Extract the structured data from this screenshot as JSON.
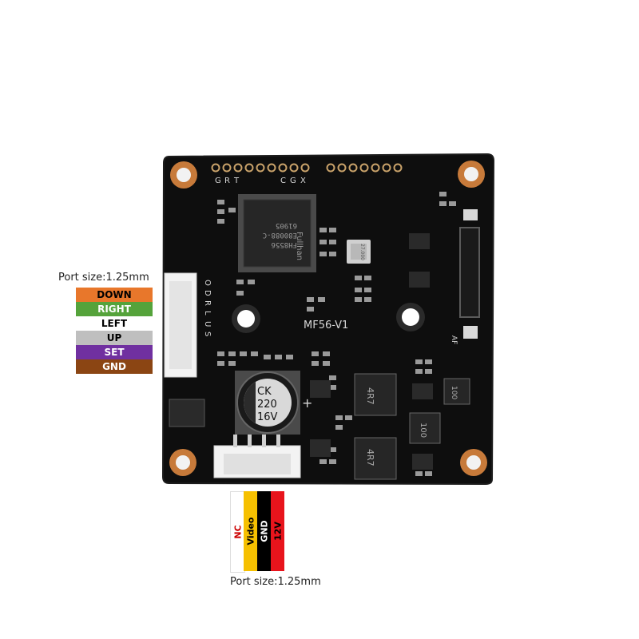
{
  "left_connector": {
    "port_size_label": "Port size:1.25mm",
    "pins": [
      {
        "label": "DOWN",
        "bg": "#e8772b",
        "fg": "#000000"
      },
      {
        "label": "RIGHT",
        "bg": "#55a33b",
        "fg": "#ffffff"
      },
      {
        "label": "LEFT",
        "bg": "#ffffff",
        "fg": "#000000"
      },
      {
        "label": "UP",
        "bg": "#bfbfbf",
        "fg": "#000000"
      },
      {
        "label": "SET",
        "bg": "#7030a0",
        "fg": "#ffffff"
      },
      {
        "label": "GND",
        "bg": "#8b4513",
        "fg": "#ffffff"
      }
    ]
  },
  "bottom_connector": {
    "port_size_label": "Port size:1.25mm",
    "wires": [
      {
        "label": "NC",
        "bg": "#ffffff",
        "fg": "#cc0000"
      },
      {
        "label": "Video",
        "bg": "#f6c000",
        "fg": "#000000"
      },
      {
        "label": "GND",
        "bg": "#000000",
        "fg": "#ffffff"
      },
      {
        "label": "12V",
        "bg": "#e8141c",
        "fg": "#000000"
      }
    ]
  },
  "board": {
    "top_silk": [
      "G",
      "R",
      "T",
      "C",
      "G",
      "X"
    ],
    "side_silk": [
      "O",
      "D",
      "R",
      "L",
      "U",
      "S"
    ],
    "model_label": "MF56-V1",
    "chip_text": [
      "FH8556",
      "E80088-C",
      "61905"
    ],
    "chip_brand": "Fullhan",
    "cap_text": [
      "CK",
      "220",
      "16V"
    ],
    "crystal_text": "27.000",
    "inductor_1": "4R7",
    "inductor_2": "4R7",
    "inductor_3": "100",
    "inductor_4": "100",
    "af_label": "AF",
    "plus_label": "+"
  }
}
